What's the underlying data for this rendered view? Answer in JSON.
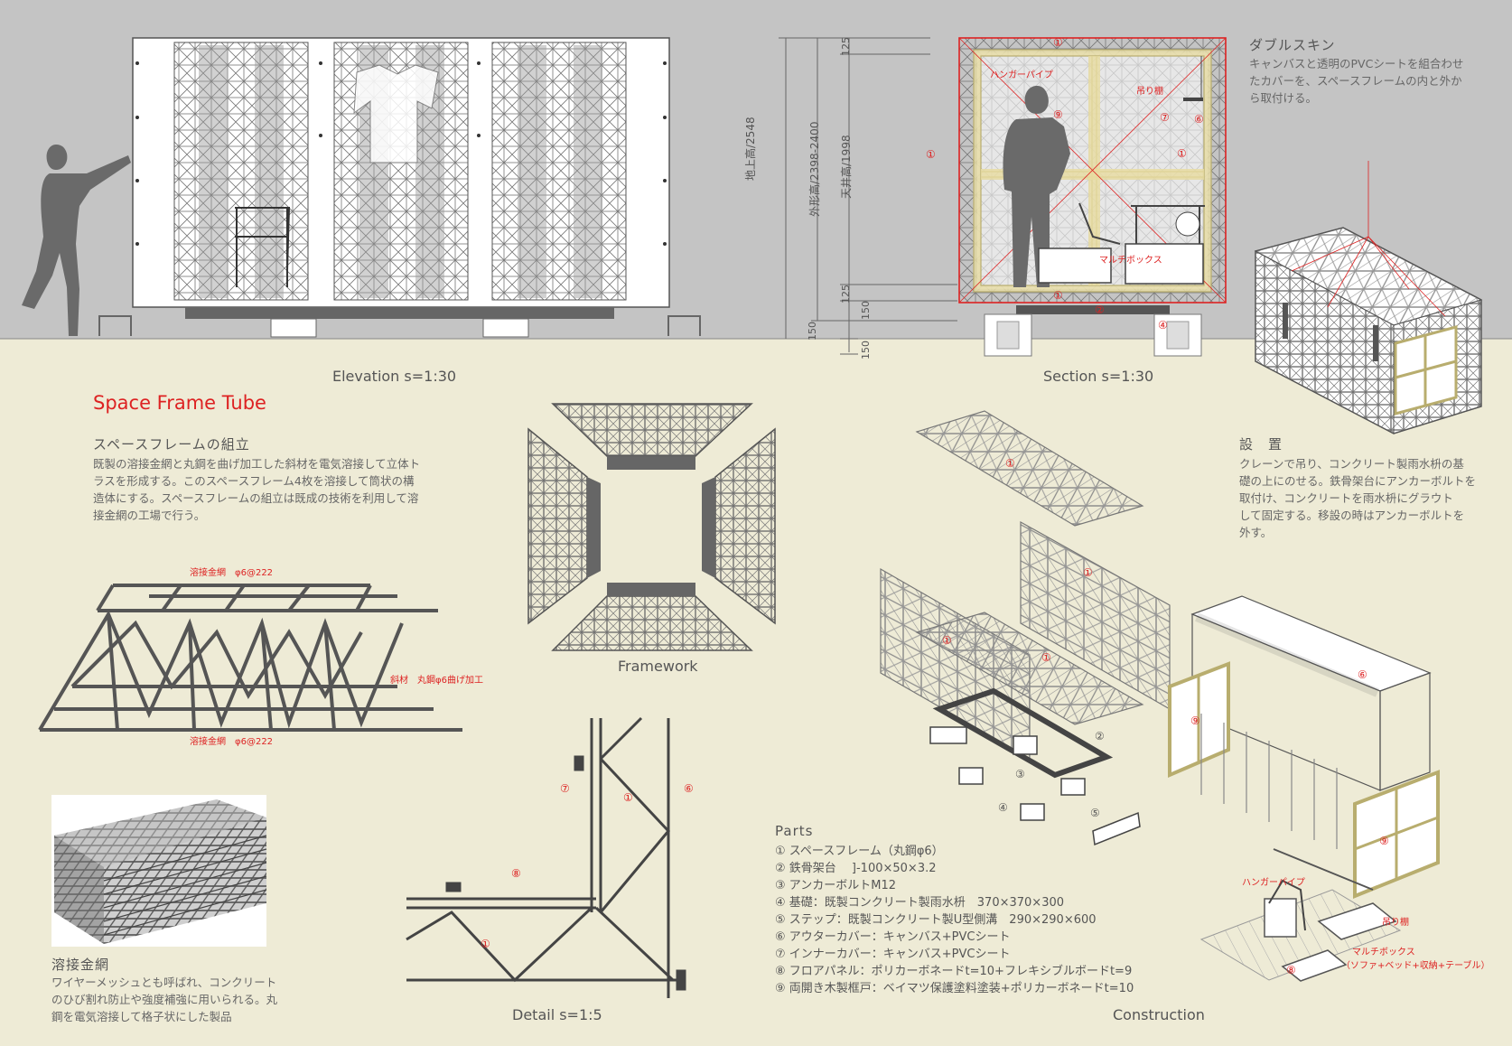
{
  "captions": {
    "elevation": "Elevation s=1:30",
    "section": "Section s=1:30",
    "framework": "Framework",
    "detail": "Detail s=1:5",
    "construction": "Construction"
  },
  "title": "Space Frame Tube",
  "assembly": {
    "heading": "スペースフレームの組立",
    "lines": [
      "既製の溶接金網と丸鋼を曲げ加工した斜材を電気溶接して立体ト",
      "ラスを形成する。このスペースフレーム4枚を溶接して筒状の構",
      "造体にする。スペースフレームの組立は既成の技術を利用して溶",
      "接金網の工場で行う。"
    ]
  },
  "truss_labels": {
    "top": "溶接金網　φ6@222",
    "diagonal": "斜材　丸鋼φ6曲げ加工",
    "bottom": "溶接金網　φ6@222"
  },
  "mesh": {
    "heading": "溶接金網",
    "lines": [
      "ワイヤーメッシュとも呼ばれ、コンクリート",
      "のひび割れ防止や強度補強に用いられる。丸",
      "鋼を電気溶接して格子状にした製品"
    ]
  },
  "double_skin": {
    "heading": "ダブルスキン",
    "lines": [
      "キャンバスと透明のPVCシートを組合わせ",
      "たカバーを、スペースフレームの内と外か",
      "ら取付ける。"
    ]
  },
  "install": {
    "heading": "設　置",
    "lines": [
      "クレーンで吊り、コンクリート製雨水枡の基",
      "礎の上にのせる。鉄骨架台にアンカーボルトを",
      "取付け、コンクリートを雨水枡にグラウト",
      "して固定する。移設の時はアンカーボルトを",
      "外す。"
    ]
  },
  "section_dims": {
    "ground": "地上高/2548",
    "outer": "外形高/2398-2400",
    "ceiling": "天井高/1998",
    "d125a": "125",
    "d125b": "125",
    "d150a": "150",
    "d150b": "150",
    "d150c": "150"
  },
  "section_labels": {
    "hanger": "ハンガーパイプ",
    "shelf": "吊り棚",
    "multibox": "マルチボックス"
  },
  "construction_labels": {
    "hanger": "ハンガーパイプ",
    "shelf": "吊り棚",
    "multibox": "マルチボックス",
    "multibox_note": "（ソファ+ベッド+収納+テーブル）"
  },
  "circled": [
    "①",
    "②",
    "③",
    "④",
    "⑤",
    "⑥",
    "⑦",
    "⑧",
    "⑨"
  ],
  "parts": {
    "heading": "Parts",
    "items": [
      "① スペースフレーム（丸鋼φ6）",
      "② 鉄骨架台　 ]-100×50×3.2",
      "③ アンカーボルトM12",
      "④ 基礎：既製コンクリート製雨水枡　370×370×300",
      "⑤ ステップ：既製コンクリート製U型側溝　290×290×600",
      "⑥ アウターカバー：キャンバス+PVCシート",
      "⑦ インナーカバー：キャンバス+PVCシート",
      "⑧ フロアパネル：ポリカーボネードt=10+フレキシブルボードt=9",
      "⑨ 両開き木製框戸：ベイマツ保護塗料塗装+ポリカーボネードt=10"
    ]
  },
  "colors": {
    "sky": "#c4c4c4",
    "ground": "#eeebd6",
    "accent": "#d22222",
    "frame": "#555555",
    "wood": "#e8dca0"
  }
}
